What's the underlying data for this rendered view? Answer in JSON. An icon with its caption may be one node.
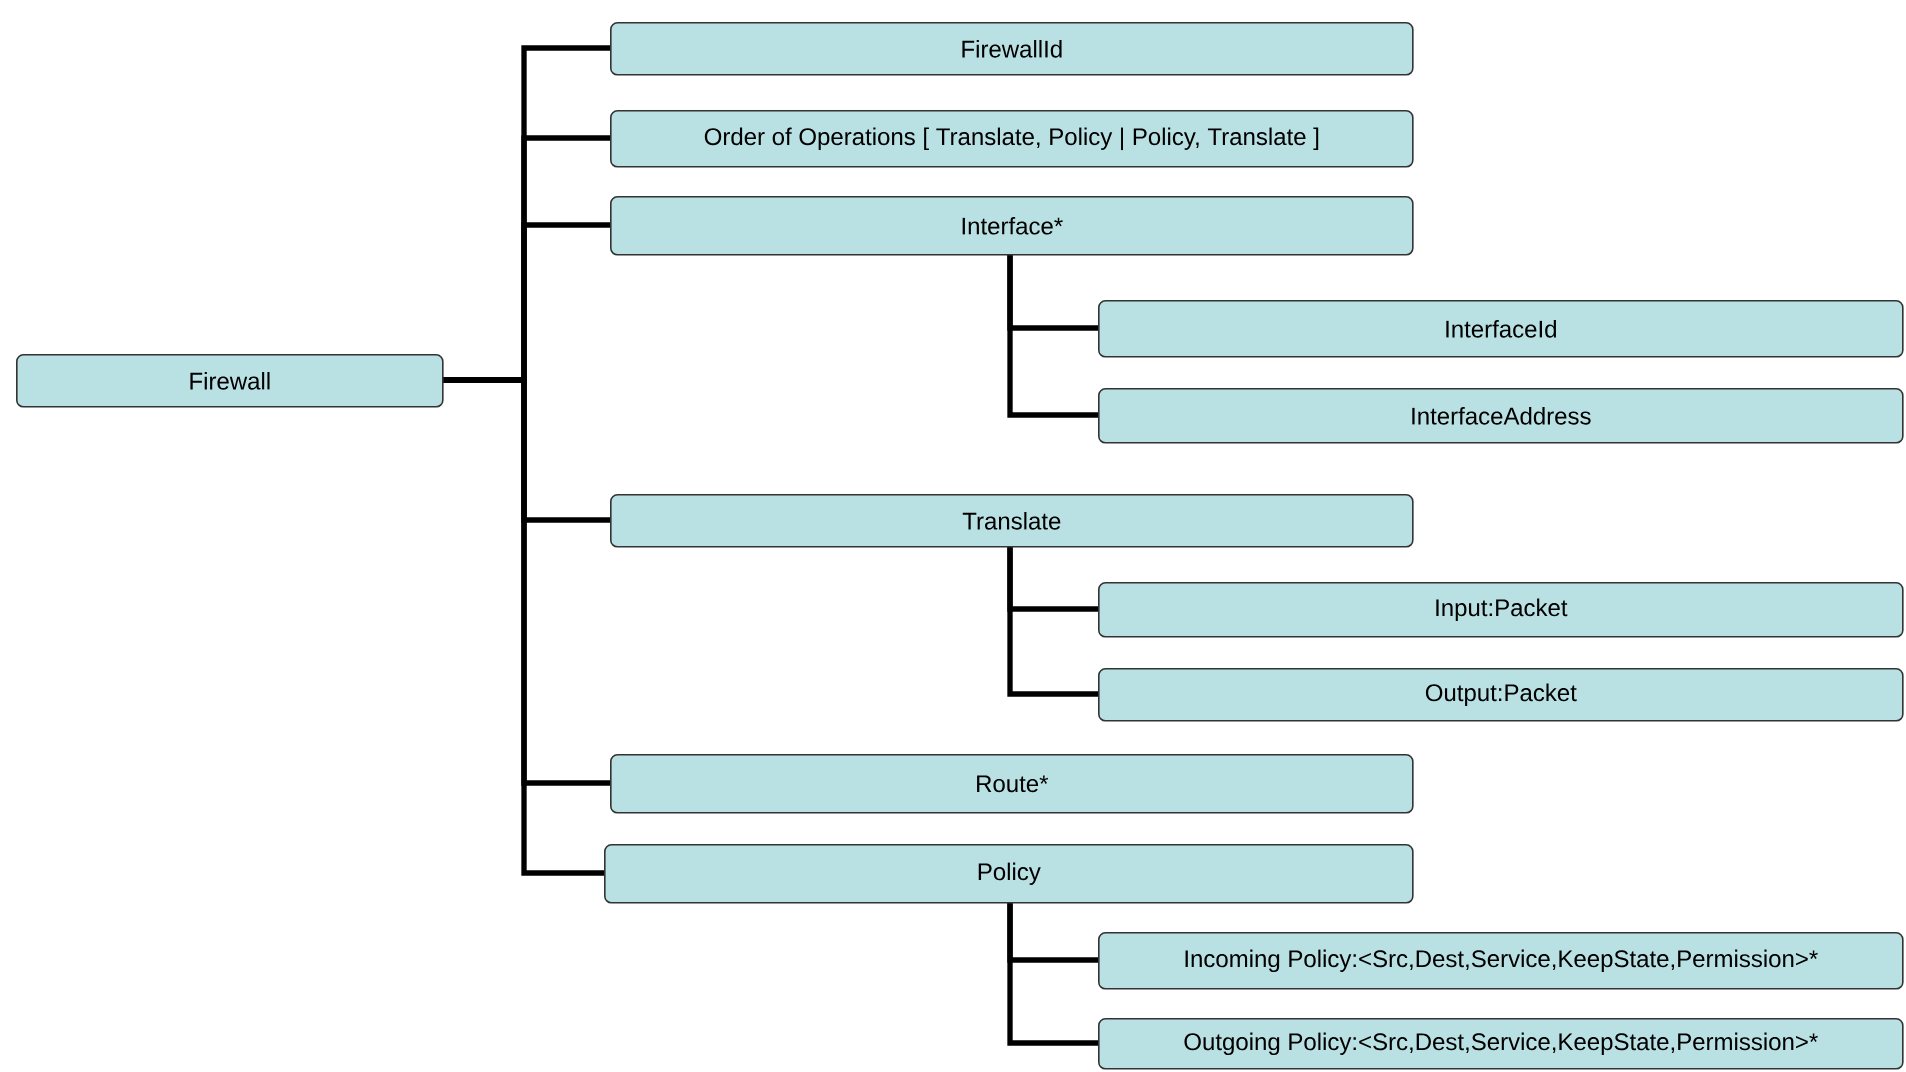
{
  "diagram": {
    "nodes": [
      {
        "text": [
          "Firewall"
        ]
      },
      {
        "text": [
          "FirewallId"
        ]
      },
      {
        "text": [
          "Order of Operations [ Translate, Policy | Policy, Translate ]"
        ]
      },
      {
        "text": [
          "Interface*"
        ]
      },
      {
        "text": [
          "InterfaceId"
        ]
      },
      {
        "text": [
          "InterfaceAddress"
        ]
      },
      {
        "text": [
          "Translate"
        ]
      },
      {
        "text": [
          "Input:Packet"
        ]
      },
      {
        "text": [
          "Output:Packet"
        ]
      },
      {
        "text": [
          "Route*"
        ]
      },
      {
        "text": [
          "Policy"
        ]
      },
      {
        "text": [
          "Incoming Policy:<Src,Dest,Service,KeepState,Permission>*"
        ]
      },
      {
        "text": [
          "Outgoing Policy:<Src,Dest,Service,KeepState,Permission>*"
        ]
      }
    ],
    "edges": [
      {
        "from": 0,
        "to": 1,
        "arrow": "none"
      },
      {
        "from": 0,
        "to": 2,
        "arrow": "none"
      },
      {
        "from": 0,
        "to": 3,
        "arrow": "none"
      },
      {
        "from": 3,
        "to": 4,
        "arrow": "none"
      },
      {
        "from": 3,
        "to": 5,
        "arrow": "none"
      },
      {
        "from": 0,
        "to": 6,
        "arrow": "none"
      },
      {
        "from": 6,
        "to": 7,
        "arrow": "none"
      },
      {
        "from": 6,
        "to": 8,
        "arrow": "none"
      },
      {
        "from": 0,
        "to": 9,
        "arrow": "none"
      },
      {
        "from": 0,
        "to": 10,
        "arrow": "none"
      },
      {
        "from": 10,
        "to": 11,
        "arrow": "none"
      },
      {
        "from": 10,
        "to": 12,
        "arrow": "none"
      }
    ]
  }
}
